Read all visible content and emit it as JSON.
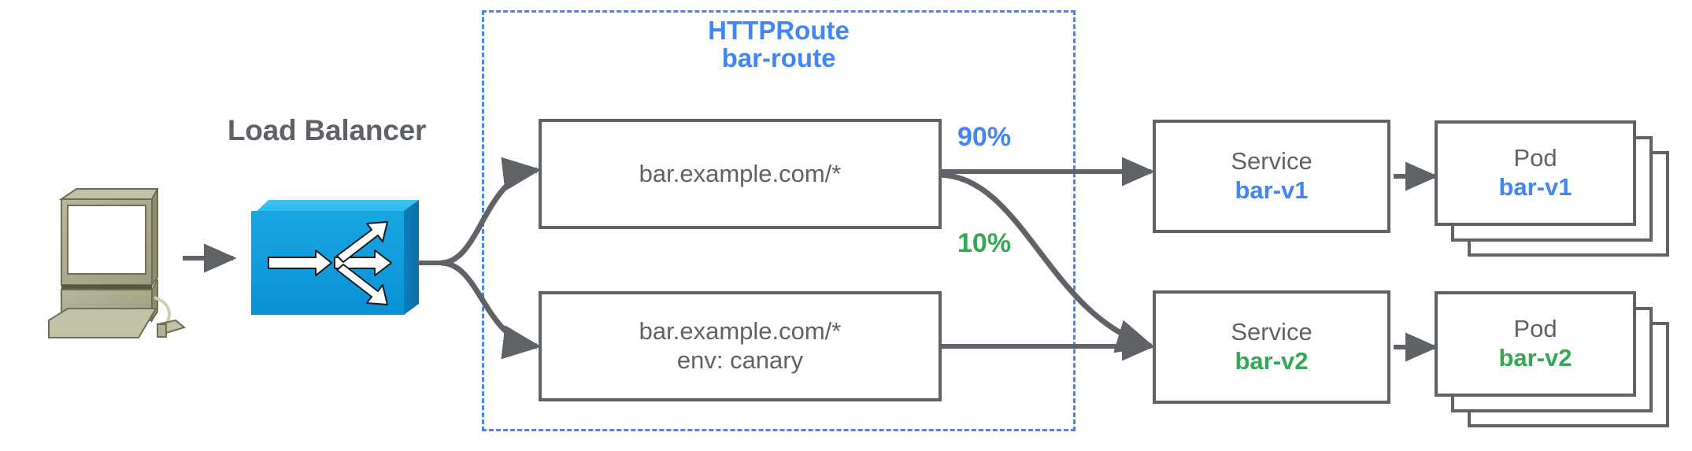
{
  "diagram": {
    "title": "HTTPRoute traffic split canary diagram",
    "client": {
      "icon": "desktop-computer-icon"
    },
    "load_balancer": {
      "label": "Load Balancer",
      "icon": "load-balancer-icon"
    },
    "httproute_group": {
      "kind": "HTTPRoute",
      "name": "bar-route",
      "border_color": "#4285f4"
    },
    "rules": [
      {
        "id": "rule-primary",
        "lines": [
          "bar.example.com/*"
        ]
      },
      {
        "id": "rule-canary",
        "lines": [
          "bar.example.com/*",
          "env: canary"
        ]
      }
    ],
    "weights": [
      {
        "id": "weight-90",
        "label": "90%",
        "color": "#4285f4"
      },
      {
        "id": "weight-10",
        "label": "10%",
        "color": "#34a853"
      }
    ],
    "backends": [
      {
        "id": "backend-v1",
        "service": {
          "kind": "Service",
          "name": "bar-v1",
          "color": "#4285f4"
        },
        "pods": {
          "kind": "Pod",
          "name": "bar-v1",
          "color": "#4285f4",
          "replicas": 3
        }
      },
      {
        "id": "backend-v2",
        "service": {
          "kind": "Service",
          "name": "bar-v2",
          "color": "#34a853"
        },
        "pods": {
          "kind": "Pod",
          "name": "bar-v2",
          "color": "#34a853",
          "replicas": 3
        }
      }
    ],
    "colors": {
      "blue": "#4285f4",
      "green": "#34a853",
      "gray": "#5f6368",
      "lb_blue": "#00a1e0",
      "computer_beige": "#a8a882"
    }
  }
}
